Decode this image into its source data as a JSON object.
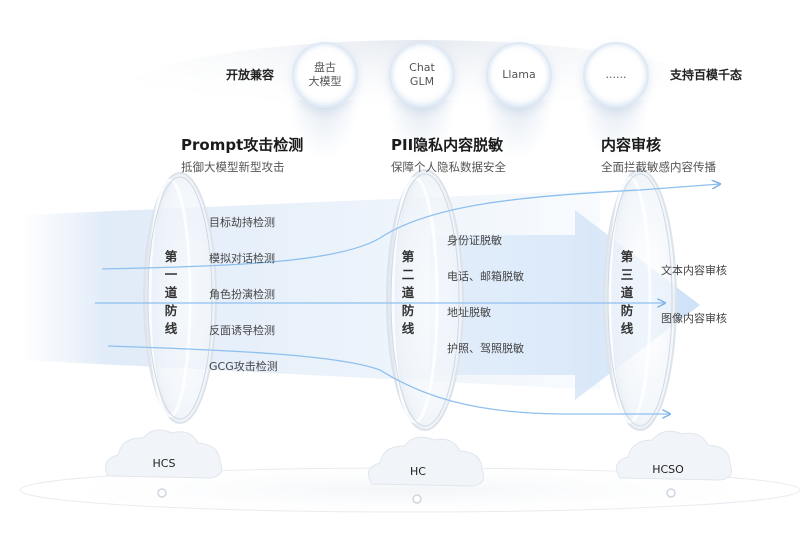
{
  "models": {
    "left_label": "开放兼容",
    "right_label": "支持百模千态",
    "items": [
      {
        "label": "盘古\n大模型"
      },
      {
        "label": "Chat\nGLM"
      },
      {
        "label": "Llama"
      },
      {
        "label": "......"
      }
    ]
  },
  "defenses": [
    {
      "title": "Prompt攻击检测",
      "subtitle": "抵御大模型新型攻击",
      "line_label": "第\n一\n道\n防\n线",
      "items": [
        "目标劫持检测",
        "模拟对话检测",
        "角色扮演检测",
        "反面诱导检测",
        "GCG攻击检测"
      ],
      "cloud": "HCS"
    },
    {
      "title": "PII隐私内容脱敏",
      "subtitle": "保障个人隐私数据安全",
      "line_label": "第\n二\n道\n防\n线",
      "items": [
        "身份证脱敏",
        "电话、邮箱脱敏",
        "地址脱敏",
        "护照、驾照脱敏"
      ],
      "cloud": "HC"
    },
    {
      "title": "内容审核",
      "subtitle": "全面拦截敏感内容传播",
      "line_label": "第\n三\n道\n防\n线",
      "items": [
        "文本内容审核",
        "图像内容审核"
      ],
      "cloud": "HCSO"
    }
  ]
}
